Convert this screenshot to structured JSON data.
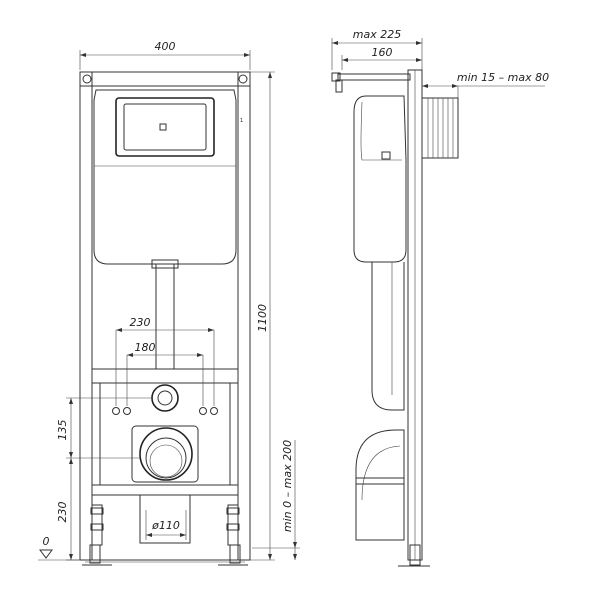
{
  "front_view": {
    "width_label": "400",
    "height_label": "1100",
    "inner_width_a": "230",
    "inner_width_b": "180",
    "offset_label": "135",
    "bottom_label": "230",
    "zero_label": "0",
    "pipe_label": "ø110",
    "adjust_label": "min 0 – max 200"
  },
  "side_view": {
    "max_depth_label": "max 225",
    "depth_label": "160",
    "wall_label": "min 15 – max 80"
  },
  "colors": {
    "line": "#333333",
    "tank_fill": "#fafafa"
  }
}
